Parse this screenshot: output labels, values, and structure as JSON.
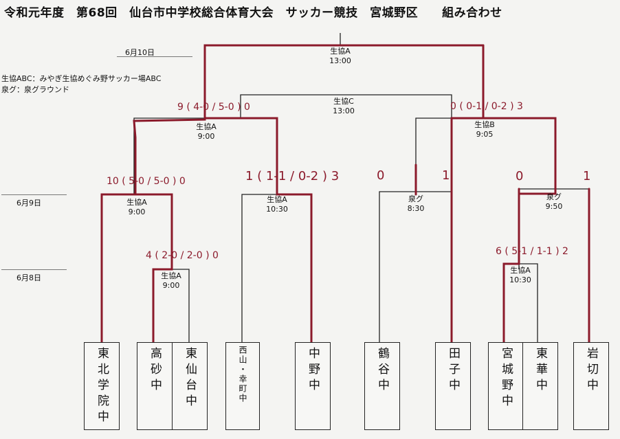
{
  "title": "令和元年度　第68回　仙台市中学校総合体育大会　サッカー競技　宮城野区　　組み合わせ",
  "dates": {
    "d1": "6月10日",
    "d2": "6月9日",
    "d3": "6月8日"
  },
  "legend": {
    "l1": "生協ABC：みやぎ生協めぐみ野サッカー場ABC",
    "l2": "泉グ：泉グラウンド"
  },
  "matches": {
    "final": {
      "venue": "生協A",
      "time": "13:00"
    },
    "third": {
      "venue": "生協C",
      "time": "13:00"
    },
    "semi_left": {
      "venue": "生協A",
      "time": "9:00"
    },
    "semi_right": {
      "venue": "生協B",
      "time": "9:05"
    },
    "qf1": {
      "venue": "生協A",
      "time": "9:00"
    },
    "qf2": {
      "venue": "生協A",
      "time": "10:30"
    },
    "qf3": {
      "venue": "泉グ",
      "time": "8:30"
    },
    "qf4": {
      "venue": "泉グ",
      "time": "9:50"
    },
    "r1_left": {
      "venue": "生協A",
      "time": "9:00"
    },
    "r1_right": {
      "venue": "生協A",
      "time": "10:30"
    }
  },
  "teams": [
    "東北学院中",
    "高砂中",
    "東仙台中",
    "西山・幸町中",
    "中野中",
    "鶴谷中",
    "田子中",
    "宮城野中",
    "東華中",
    "岩切中"
  ],
  "scores": {
    "semi_left": "9 ( 4-0 / 5-0 ) 0",
    "semi_right": "0 ( 0-1 / 0-2 ) 3",
    "qf1": "10 ( 5-0 / 5-0 ) 0",
    "qf2": "1 ( 1-1 / 0-2 ) 3",
    "qf3_left": "0",
    "qf3_right": "1",
    "qf4_left": "0",
    "qf4_right": "1",
    "r1_left": "4 ( 2-0 / 2-0 ) 0",
    "r1_right": "6 ( 5-1 / 1-1 ) 2"
  }
}
